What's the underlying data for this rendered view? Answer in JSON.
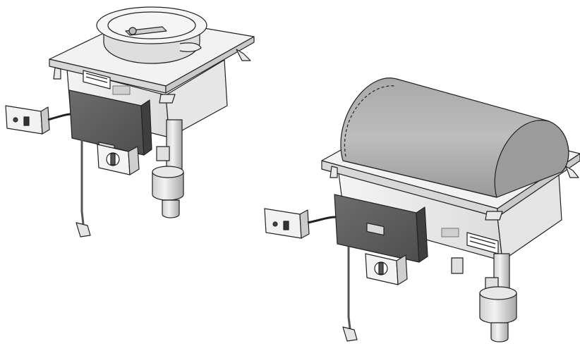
{
  "units": [
    {
      "name": "round-well-unit",
      "lid": "round-lid"
    },
    {
      "name": "roll-top-unit",
      "lid": "roll-top-cover"
    }
  ]
}
